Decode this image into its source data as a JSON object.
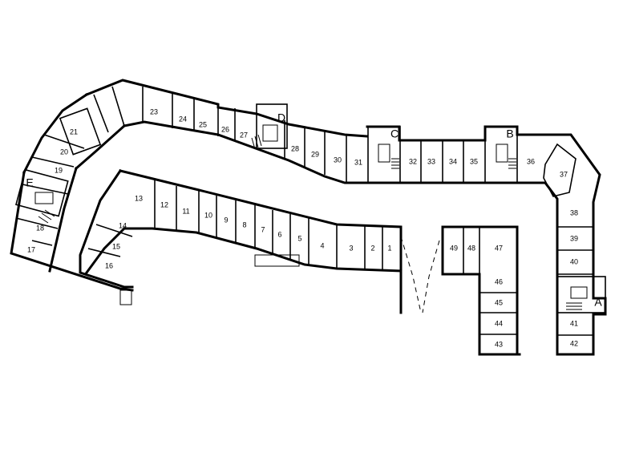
{
  "floorplan": {
    "units": [
      {
        "id": "1"
      },
      {
        "id": "2"
      },
      {
        "id": "3"
      },
      {
        "id": "4"
      },
      {
        "id": "5"
      },
      {
        "id": "6"
      },
      {
        "id": "7"
      },
      {
        "id": "8"
      },
      {
        "id": "9"
      },
      {
        "id": "10"
      },
      {
        "id": "11"
      },
      {
        "id": "12"
      },
      {
        "id": "13"
      },
      {
        "id": "14"
      },
      {
        "id": "15"
      },
      {
        "id": "16"
      },
      {
        "id": "17"
      },
      {
        "id": "18"
      },
      {
        "id": "19"
      },
      {
        "id": "20"
      },
      {
        "id": "21"
      },
      {
        "id": "23"
      },
      {
        "id": "24"
      },
      {
        "id": "25"
      },
      {
        "id": "26"
      },
      {
        "id": "27"
      },
      {
        "id": "28"
      },
      {
        "id": "29"
      },
      {
        "id": "30"
      },
      {
        "id": "31"
      },
      {
        "id": "32"
      },
      {
        "id": "33"
      },
      {
        "id": "34"
      },
      {
        "id": "35"
      },
      {
        "id": "36"
      },
      {
        "id": "37"
      },
      {
        "id": "38"
      },
      {
        "id": "39"
      },
      {
        "id": "40"
      },
      {
        "id": "41"
      },
      {
        "id": "42"
      },
      {
        "id": "43"
      },
      {
        "id": "44"
      },
      {
        "id": "45"
      },
      {
        "id": "46"
      },
      {
        "id": "47"
      },
      {
        "id": "48"
      },
      {
        "id": "49"
      }
    ],
    "cores": [
      {
        "id": "A"
      },
      {
        "id": "B"
      },
      {
        "id": "C"
      },
      {
        "id": "D"
      },
      {
        "id": "E"
      }
    ]
  }
}
